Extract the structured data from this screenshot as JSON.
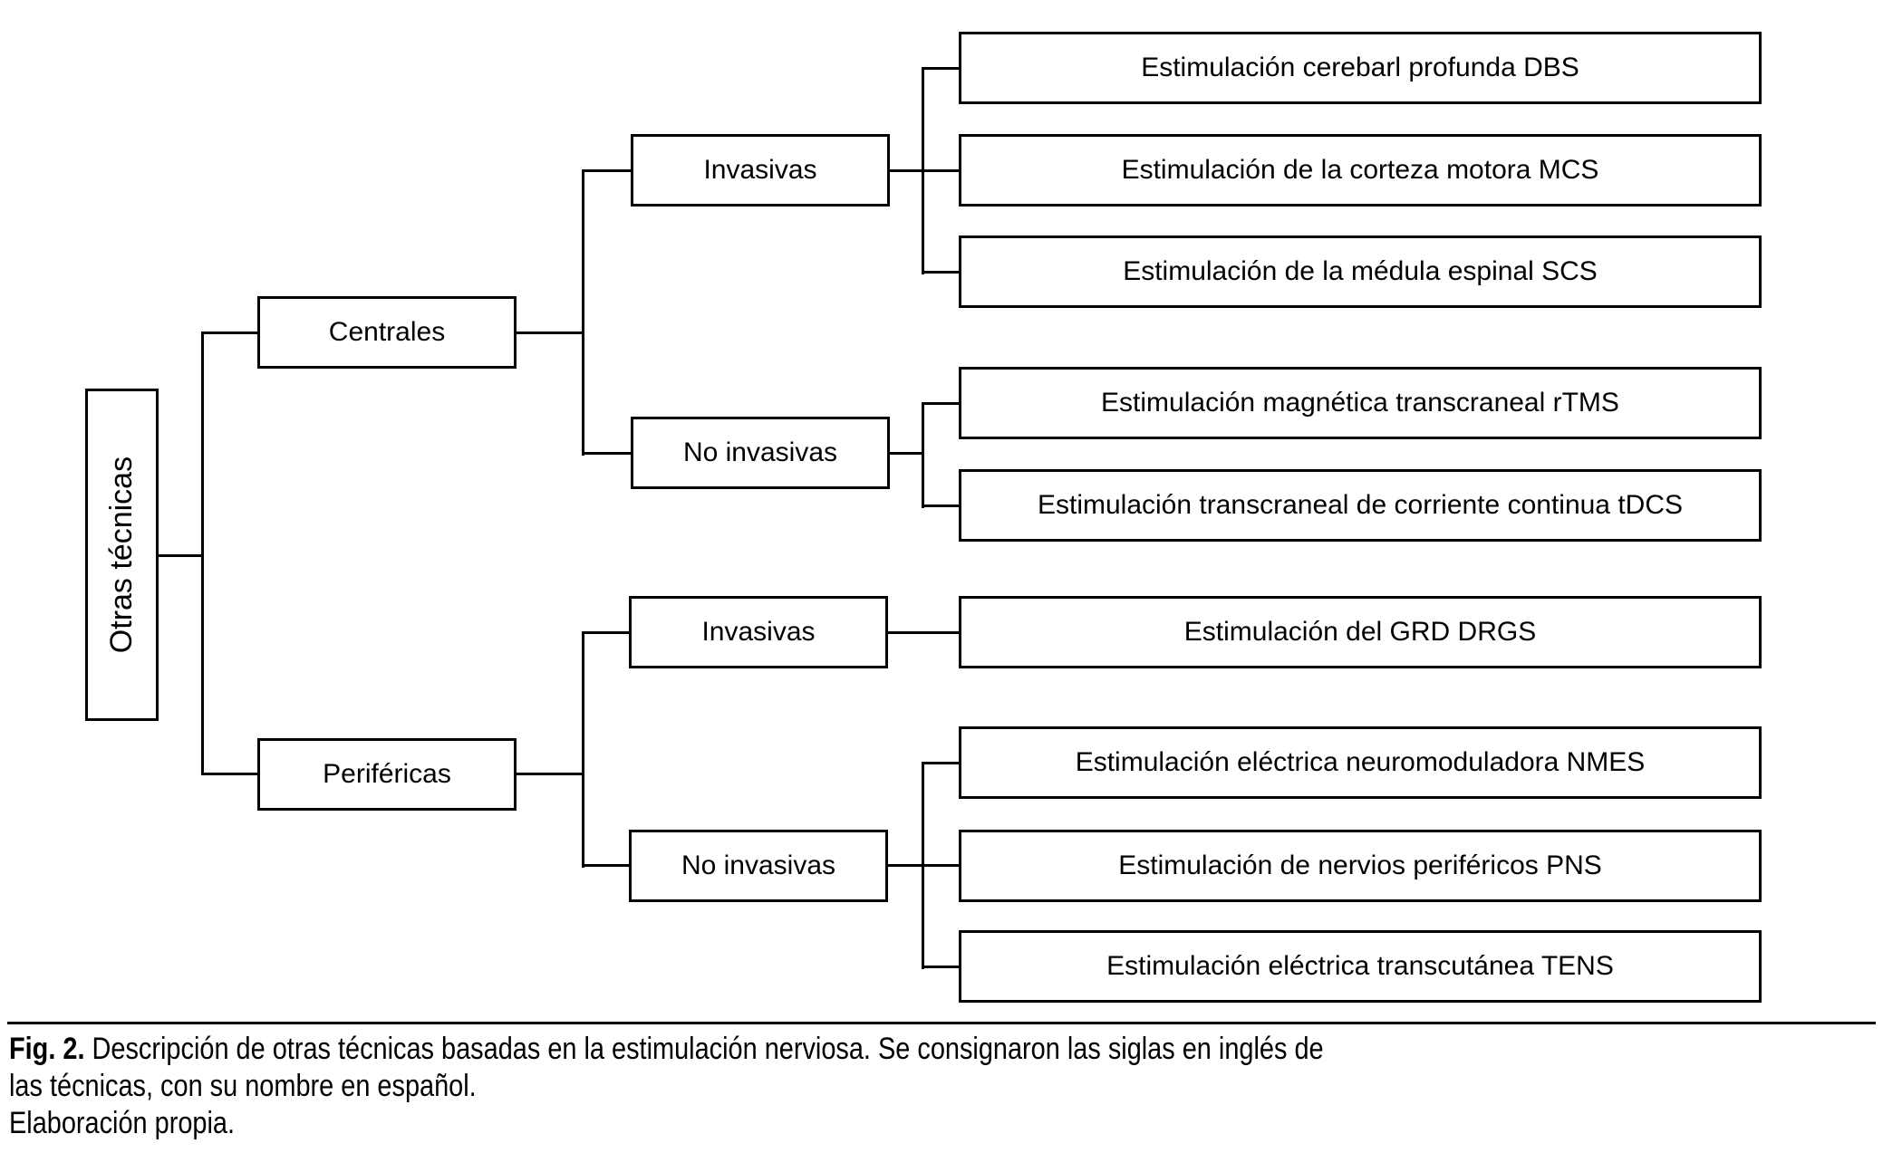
{
  "diagram": {
    "root": {
      "label": "Otras técnicas"
    },
    "branches": {
      "centrales": {
        "label": "Centrales"
      },
      "perifericas": {
        "label": "Periféricas"
      },
      "centrales_invasivas": {
        "label": "Invasivas"
      },
      "centrales_no_invasivas": {
        "label": "No invasivas"
      },
      "perifericas_invasivas": {
        "label": "Invasivas"
      },
      "perifericas_no_invasivas": {
        "label": "No invasivas"
      }
    },
    "leaves": [
      {
        "label": "Estimulación cerebarl profunda DBS"
      },
      {
        "label": "Estimulación de la corteza motora MCS"
      },
      {
        "label": "Estimulación de la médula espinal SCS"
      },
      {
        "label": "Estimulación magnética transcraneal rTMS"
      },
      {
        "label": "Estimulación transcraneal de corriente continua tDCS"
      },
      {
        "label": "Estimulación del GRD DRGS"
      },
      {
        "label": "Estimulación eléctrica neuromoduladora NMES"
      },
      {
        "label": "Estimulación de nervios periféricos PNS"
      },
      {
        "label": "Estimulación eléctrica transcutánea TENS"
      }
    ]
  },
  "caption": {
    "fig_label": "Fig. 2.",
    "line1_rest": "Descripción de otras técnicas basadas en la estimulación nerviosa. Se consignaron las siglas en inglés de",
    "line2": "las técnicas, con su nombre en español.",
    "line3": "Elaboración propia."
  },
  "colors": {
    "line": "#000000",
    "background": "#ffffff",
    "text": "#000000"
  }
}
